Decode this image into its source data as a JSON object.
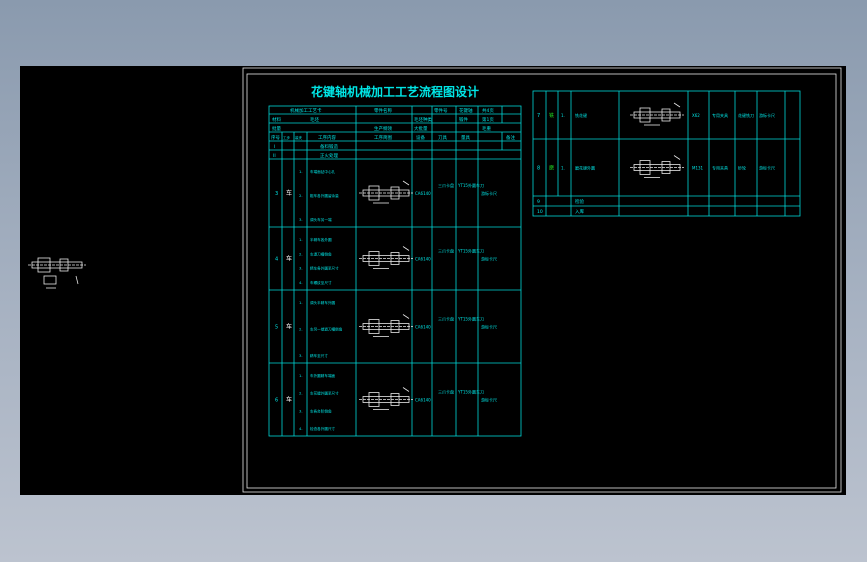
{
  "drawing": {
    "title": "花键轴机械加工工艺流程图设计",
    "header": {
      "r1": [
        "机械加工工艺卡",
        "零件名称",
        "零件号",
        "花键轴",
        "共4页"
      ],
      "r2": [
        "材料",
        "毛坯",
        "毛坯种类",
        "锻件",
        "第1页"
      ],
      "r3": [
        "批量",
        "生产纲领",
        "大批量",
        "毛重"
      ],
      "r4": [
        "序号",
        "工步",
        "装夹",
        "工序内容",
        "工序简图",
        "设备",
        "刀具",
        "量具",
        "备注"
      ]
    },
    "rows_top": [
      {
        "no": "I",
        "text": "备料锻造"
      },
      {
        "no": "II",
        "text": "正火处理"
      }
    ],
    "operations": [
      {
        "no": "3",
        "clamp": "车",
        "steps": [
          "1.",
          "2.",
          "3."
        ],
        "texts": [
          "车端面钻中心孔",
          "粗车各外圆留余量",
          "调头车另一端"
        ],
        "machine": "CA6140",
        "tool": "三爪卡盘",
        "gauge": "YT15外圆车刀",
        "note": "游标卡尺"
      },
      {
        "no": "4",
        "clamp": "车",
        "steps": [
          "1.",
          "2.",
          "3.",
          "4."
        ],
        "texts": [
          "半精车各外圆",
          "车退刀槽倒角",
          "精车各外圆至尺寸",
          "车螺纹至尺寸"
        ],
        "machine": "CA6140",
        "tool": "三爪卡盘",
        "gauge": "YT15外圆车刀",
        "note": "游标卡尺"
      },
      {
        "no": "5",
        "clamp": "车",
        "steps": [
          "1.",
          "2.",
          "3."
        ],
        "texts": [
          "调头半精车外圆",
          "车另一端退刀槽倒角",
          "精车至尺寸"
        ],
        "machine": "CA6140",
        "tool": "三爪卡盘",
        "gauge": "YT15外圆车刀",
        "note": "游标卡尺"
      },
      {
        "no": "6",
        "clamp": "车",
        "steps": [
          "1.",
          "2.",
          "3.",
          "4."
        ],
        "texts": [
          "车外圆精车端面",
          "车花键外圆至尺寸",
          "车各台阶倒角",
          "检查各外圆尺寸"
        ],
        "machine": "CA6140",
        "tool": "三爪卡盘",
        "gauge": "YT15外圆车刀",
        "note": "游标卡尺"
      }
    ],
    "right_ops": [
      {
        "no": "7",
        "clamp": "铣",
        "step": "1.",
        "text": "铣花键",
        "machine": "X62",
        "tool": "专用夹具",
        "gauge": "花键铣刀",
        "note": "游标卡尺"
      },
      {
        "no": "8",
        "clamp": "磨",
        "step": "1.",
        "text": "磨花键外圆",
        "machine": "M131",
        "tool": "专用夹具",
        "gauge": "砂轮",
        "note": "游标卡尺"
      }
    ],
    "right_tail": [
      {
        "no": "9",
        "text": "检验"
      },
      {
        "no": "10",
        "text": "入库"
      }
    ]
  },
  "colors": {
    "background_outer": "#a0abbc",
    "canvas": "#000000",
    "lines": "#00d8d8",
    "text": "#00e5e5",
    "border": "#ffffff"
  }
}
